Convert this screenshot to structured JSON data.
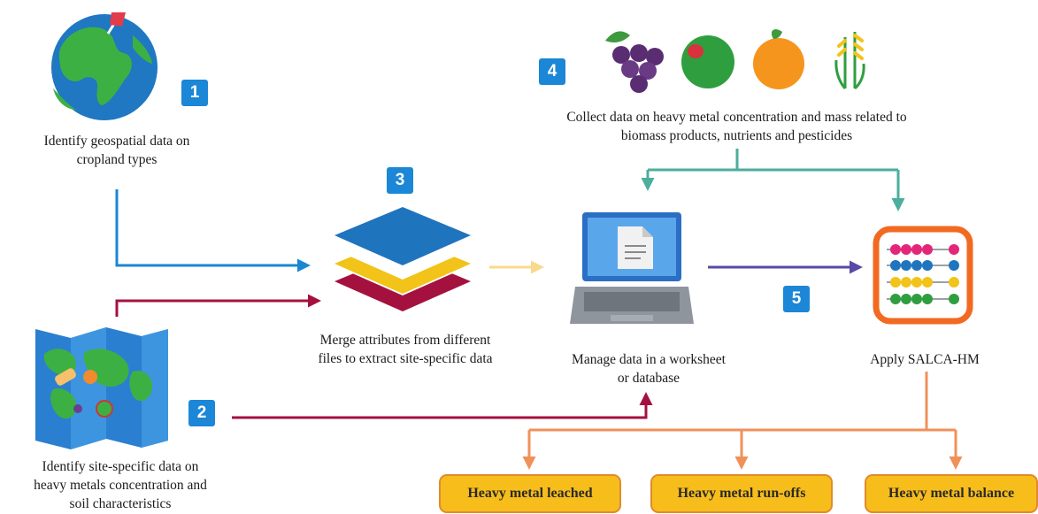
{
  "steps": {
    "s1": {
      "number": "1",
      "label_line1": "Identify geospatial data on",
      "label_line2": "cropland types"
    },
    "s2": {
      "number": "2",
      "label_line1": "Identify site-specific data on",
      "label_line2": "heavy metals concentration and",
      "label_line3": "soil characteristics"
    },
    "s3": {
      "number": "3",
      "label_line1": "Merge attributes from different",
      "label_line2": "files to extract site-specific data"
    },
    "s4": {
      "number": "4",
      "label_line1": "Collect data on heavy metal concentration and mass related to",
      "label_line2": "biomass products, nutrients and pesticides"
    },
    "s5": {
      "number": "5"
    }
  },
  "manage": {
    "label_line1": "Manage data in a worksheet",
    "label_line2": "or database"
  },
  "apply": {
    "label": "Apply SALCA-HM"
  },
  "outputs": [
    "Heavy metal leached",
    "Heavy metal run-offs",
    "Heavy metal balance"
  ],
  "colors": {
    "blue_arrow": "#1a86d4",
    "crimson_arrow": "#a5113f",
    "teal_arrow": "#4cae9c",
    "yellow_arrow": "#f9d98e",
    "purple_arrow": "#5a4aa6",
    "orange_arrow": "#f0915a",
    "badge": "#1b87d6",
    "output_fill": "#f7bd1b"
  },
  "icons": [
    "globe-icon",
    "map-icon",
    "layers-icon",
    "grapes-icon",
    "olive-icon",
    "orange-icon",
    "wheat-icon",
    "laptop-icon",
    "abacus-icon"
  ]
}
